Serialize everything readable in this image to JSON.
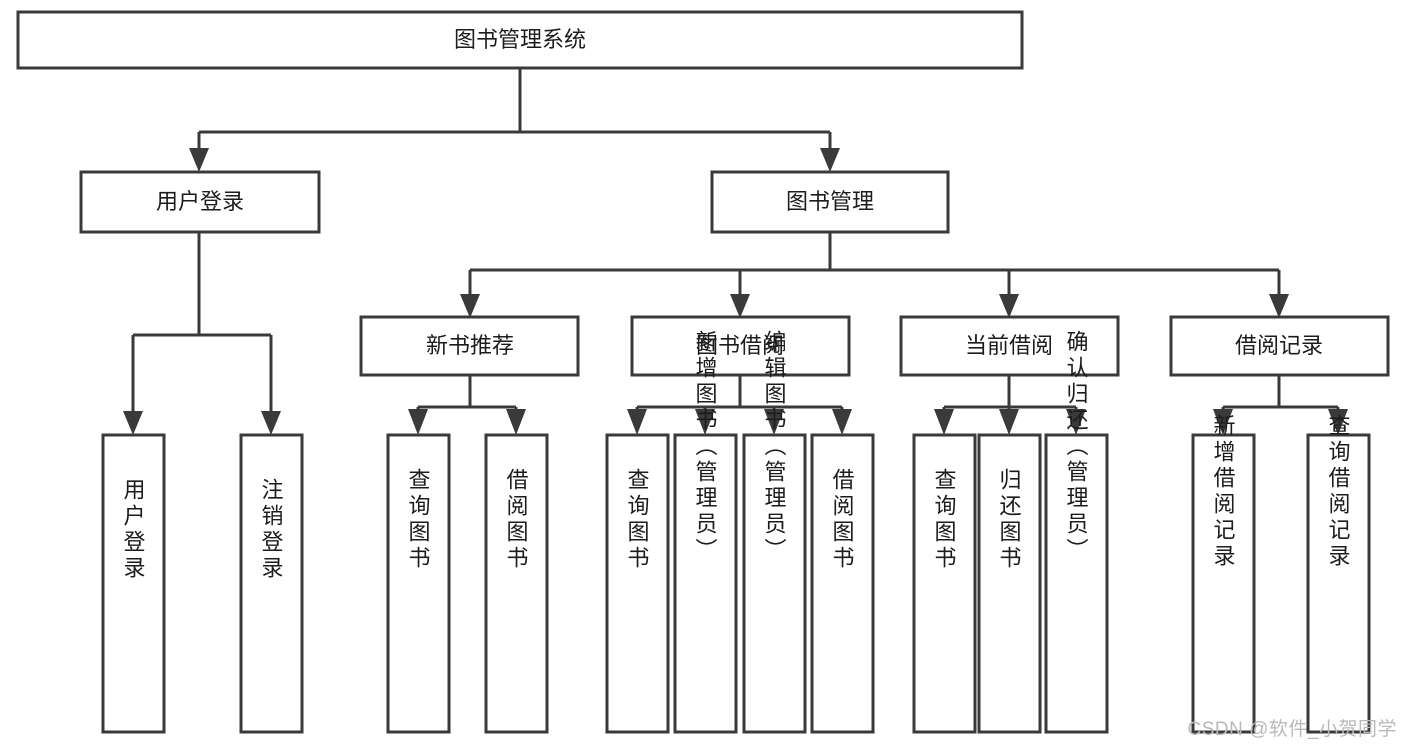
{
  "diagram": {
    "type": "tree-hierarchy-chart",
    "title": "图书管理系统",
    "colors": {
      "box_stroke": "#3a3a3a",
      "box_fill": "#ffffff",
      "connector": "#3a3a3a",
      "text": "#1c1c1c",
      "background": "#ffffff",
      "watermark": "#b9b9b9"
    },
    "root": {
      "label": "图书管理系统"
    },
    "level2": [
      {
        "label": "用户登录"
      },
      {
        "label": "图书管理"
      }
    ],
    "level3": [
      {
        "label": "新书推荐"
      },
      {
        "label": "图书借阅"
      },
      {
        "label": "当前借阅"
      },
      {
        "label": "借阅记录"
      }
    ],
    "leaves": {
      "user_login": [
        {
          "label": "用户登录"
        },
        {
          "label": "注销登录"
        }
      ],
      "new_book_recommend": [
        {
          "label": "查询图书"
        },
        {
          "label": "借阅图书"
        }
      ],
      "book_borrow": [
        {
          "label": "查询图书"
        },
        {
          "label": "新增图书（管理员）"
        },
        {
          "label": "编辑图书（管理员）"
        },
        {
          "label": "借阅图书"
        }
      ],
      "current_borrow": [
        {
          "label": "查询图书"
        },
        {
          "label": "归还图书"
        },
        {
          "label": "确认归还（管理员）"
        }
      ],
      "borrow_records": [
        {
          "label": "新增借阅记录"
        },
        {
          "label": "查询借阅记录"
        }
      ]
    },
    "watermark": "CSDN @软件_小贺同学"
  }
}
